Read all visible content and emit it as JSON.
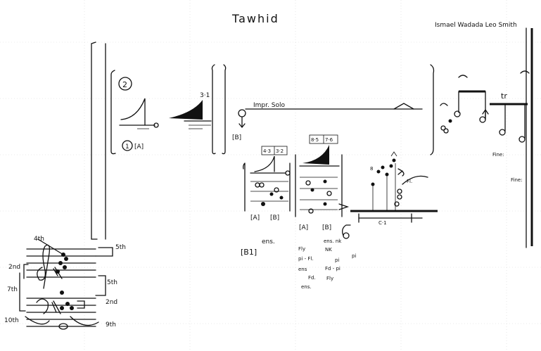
{
  "title": "Tawhid",
  "composer": "Ismael Wadada Leo Smith",
  "labels": {
    "section_2": "2",
    "section_1": "1",
    "box_A_1": "[A]",
    "box_3_1": "3·1",
    "impro_solo": "Impr. Solo",
    "box_B": "[B]",
    "frac_4_3": "4·3",
    "frac_3_2": "3·2",
    "frac_8_5": "8·5",
    "frac_7_6": "7·6",
    "box_A_2": "[A]",
    "box_B_2": "[B]",
    "box_A_3": "[A]",
    "box_B_3": "[B]",
    "box_B1": "[B1]",
    "ens_1": "ens.",
    "num_8": "8",
    "c1": "C·1",
    "fl_label": "Fl.",
    "pi": "pi",
    "tr": "tr",
    "fine_1": "Fine:",
    "fine_2": "Fine:"
  },
  "instruments_col1": [
    "Fly",
    "pi - Fl.",
    "ens",
    "Fd.",
    "ens."
  ],
  "instruments_col2": [
    "ens. nk",
    "NK",
    "pi",
    "Fd - pi",
    "Fly"
  ],
  "intervals": {
    "fourth": "4th",
    "fifth_top": "5th",
    "second_left": "2nd",
    "seventh": "7th",
    "fifth_mid": "5th",
    "second_right": "2nd",
    "tenth": "10th",
    "ninth": "9th"
  }
}
